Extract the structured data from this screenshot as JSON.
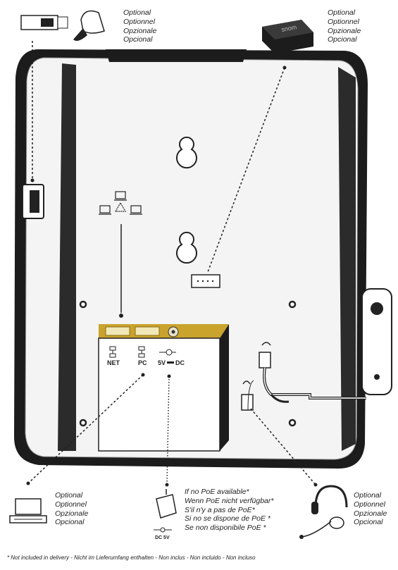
{
  "optional_labels": [
    "Optional",
    "Optionnel",
    "Opzionale",
    "Opcional"
  ],
  "ports": {
    "net": "NET",
    "pc": "PC",
    "power": "5V",
    "power_dc": "DC"
  },
  "psu_label": "DC 5V",
  "poe_notes": [
    "If no PoE available*",
    "Wenn PoE nicht verfügbar*",
    "S'il n'y a pas de PoE*",
    "Si no se dispone de PoE *",
    "Se non disponibile PoE *"
  ],
  "brand_logo": "snom",
  "footnote": "* Not included in delivery - Nicht im Lieferumfang enthalten - Non inclus - Non incluido - Non incluso"
}
